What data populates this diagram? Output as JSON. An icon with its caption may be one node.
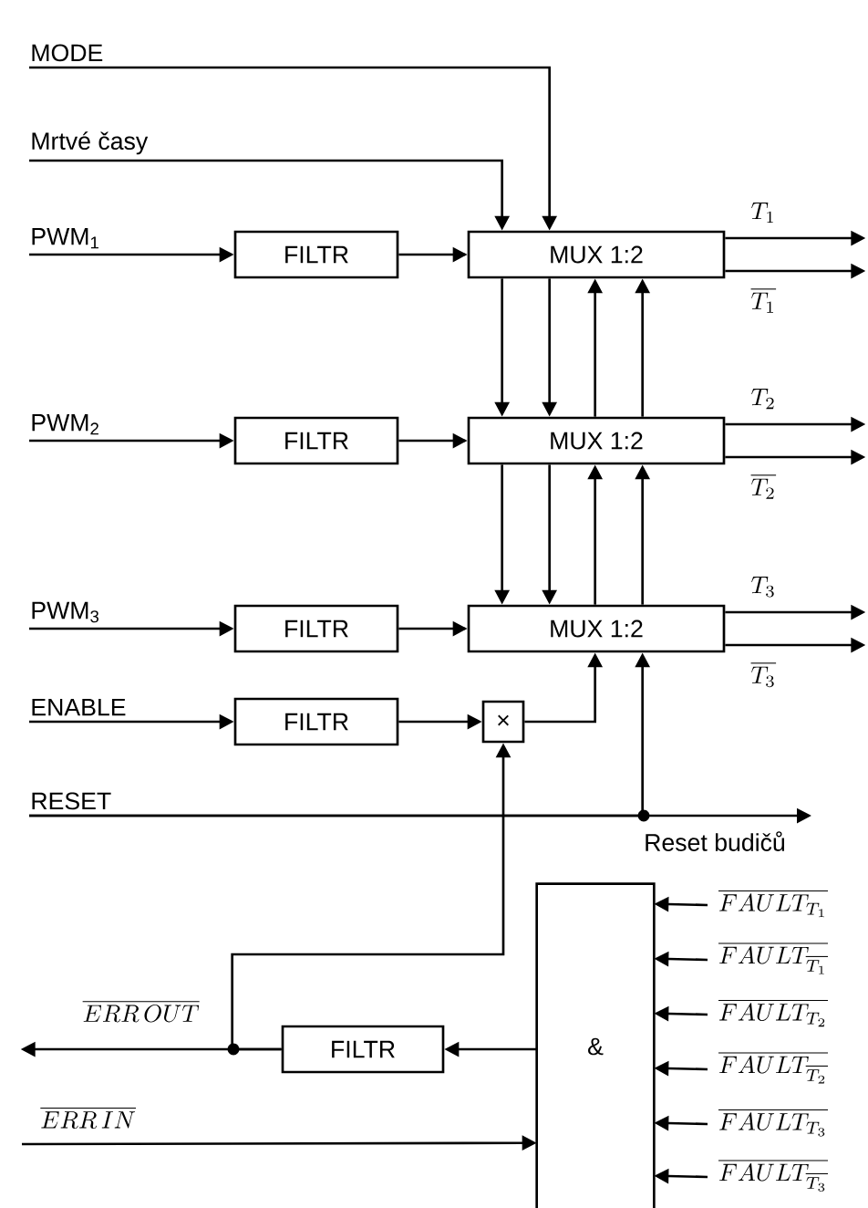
{
  "diagram": {
    "nodes": [
      {
        "text": [
          "MODE"
        ]
      },
      {
        "text": [
          "Mrtvé časy"
        ]
      },
      {
        "text": [
          "PWM$_{1}$"
        ]
      },
      {
        "text": [
          "FILTR"
        ]
      },
      {
        "text": [
          "MUX 1:2"
        ]
      },
      {
        "text": [
          "PWM$_{2}$"
        ]
      },
      {
        "text": [
          "FILTR"
        ]
      },
      {
        "text": [
          "MUX 1:2"
        ]
      },
      {
        "text": [
          "PWM$_{3}$"
        ]
      },
      {
        "text": [
          "FILTR"
        ]
      },
      {
        "text": [
          "MUX 1:2"
        ]
      },
      {
        "text": [
          "ENABLE"
        ]
      },
      {
        "text": [
          "FILTR"
        ]
      },
      {
        "text": [
          "×"
        ]
      },
      {
        "text": [
          "RESET"
        ]
      },
      {
        "text": [
          "&"
        ]
      },
      {
        "text": [
          "FILTR"
        ]
      }
    ],
    "edges": [
      {
        "from": 0,
        "to": 4,
        "arrow": "to"
      },
      {
        "from": 1,
        "to": 4,
        "arrow": "to"
      },
      {
        "from": 2,
        "to": 3,
        "arrow": "to"
      },
      {
        "from": 3,
        "to": 4,
        "arrow": "to"
      },
      {
        "from": 4,
        "to": null,
        "arrow": "to",
        "label": "T_1"
      },
      {
        "from": 4,
        "to": null,
        "arrow": "to",
        "label": "\\overline{T_1}"
      },
      {
        "from": 4,
        "to": 7,
        "arrow": "to"
      },
      {
        "from": 4,
        "to": 7,
        "arrow": "to"
      },
      {
        "from": 7,
        "to": 4,
        "arrow": "to"
      },
      {
        "from": 7,
        "to": 4,
        "arrow": "to"
      },
      {
        "from": 5,
        "to": 6,
        "arrow": "to"
      },
      {
        "from": 6,
        "to": 7,
        "arrow": "to"
      },
      {
        "from": 7,
        "to": null,
        "arrow": "to",
        "label": "T_2"
      },
      {
        "from": 7,
        "to": null,
        "arrow": "to",
        "label": "\\overline{T_2}"
      },
      {
        "from": 7,
        "to": 10,
        "arrow": "to"
      },
      {
        "from": 7,
        "to": 10,
        "arrow": "to"
      },
      {
        "from": 10,
        "to": 7,
        "arrow": "to"
      },
      {
        "from": 10,
        "to": 7,
        "arrow": "to"
      },
      {
        "from": 8,
        "to": 9,
        "arrow": "to"
      },
      {
        "from": 9,
        "to": 10,
        "arrow": "to"
      },
      {
        "from": 10,
        "to": null,
        "arrow": "to",
        "label": "T_3"
      },
      {
        "from": 10,
        "to": null,
        "arrow": "to",
        "label": "\\overline{T_3}"
      },
      {
        "from": 11,
        "to": 12,
        "arrow": "to"
      },
      {
        "from": 12,
        "to": 13,
        "arrow": "to"
      },
      {
        "from": 13,
        "to": 10,
        "arrow": "to"
      },
      {
        "from": 14,
        "to": 10,
        "arrow": "to"
      },
      {
        "from": 14,
        "to": null,
        "arrow": "to",
        "label": "Reset budičů"
      },
      {
        "from": 15,
        "to": 16,
        "arrow": "to"
      },
      {
        "from": 16,
        "to": null,
        "arrow": "to",
        "label": "\\overline{ERR\\,OUT}"
      },
      {
        "from": 16,
        "to": 13,
        "arrow": "to"
      },
      {
        "from": null,
        "to": 15,
        "arrow": "to",
        "label": "\\overline{ERR\\,IN}"
      },
      {
        "from": null,
        "to": 15,
        "arrow": "to",
        "label": "\\overline{FAULT_{T_1}}"
      },
      {
        "from": null,
        "to": 15,
        "arrow": "to",
        "label": "\\overline{FAULT_{\\overline{T_1}}}"
      },
      {
        "from": null,
        "to": 15,
        "arrow": "to",
        "label": "\\overline{FAULT_{T_2}}"
      },
      {
        "from": null,
        "to": 15,
        "arrow": "to",
        "label": "\\overline{FAULT_{\\overline{T_2}}}"
      },
      {
        "from": null,
        "to": 15,
        "arrow": "to",
        "label": "\\overline{FAULT_{T_3}}"
      },
      {
        "from": null,
        "to": 15,
        "arrow": "to",
        "label": "\\overline{FAULT_{\\overline{T_3}}}"
      }
    ]
  }
}
